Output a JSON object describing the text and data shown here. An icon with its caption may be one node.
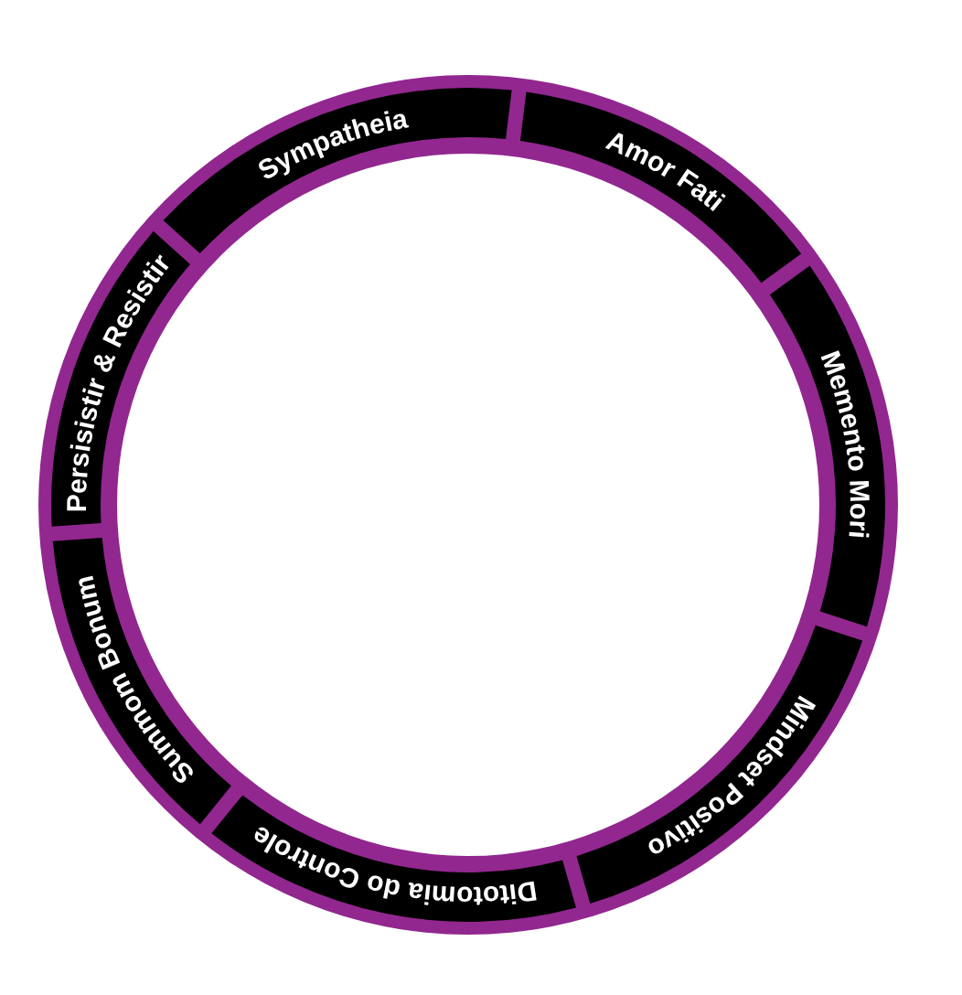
{
  "diagram": {
    "nodes": [
      {
        "text": [
          "Sympatheia"
        ]
      },
      {
        "text": [
          "Amor Fati"
        ]
      },
      {
        "text": [
          "Memento Mori"
        ]
      },
      {
        "text": [
          "Mindset Positivo"
        ]
      },
      {
        "text": [
          "Ditotomia do Controle"
        ]
      },
      {
        "text": [
          "Summom Bonum"
        ]
      },
      {
        "text": [
          "Persisistir & Resistir"
        ]
      }
    ]
  }
}
